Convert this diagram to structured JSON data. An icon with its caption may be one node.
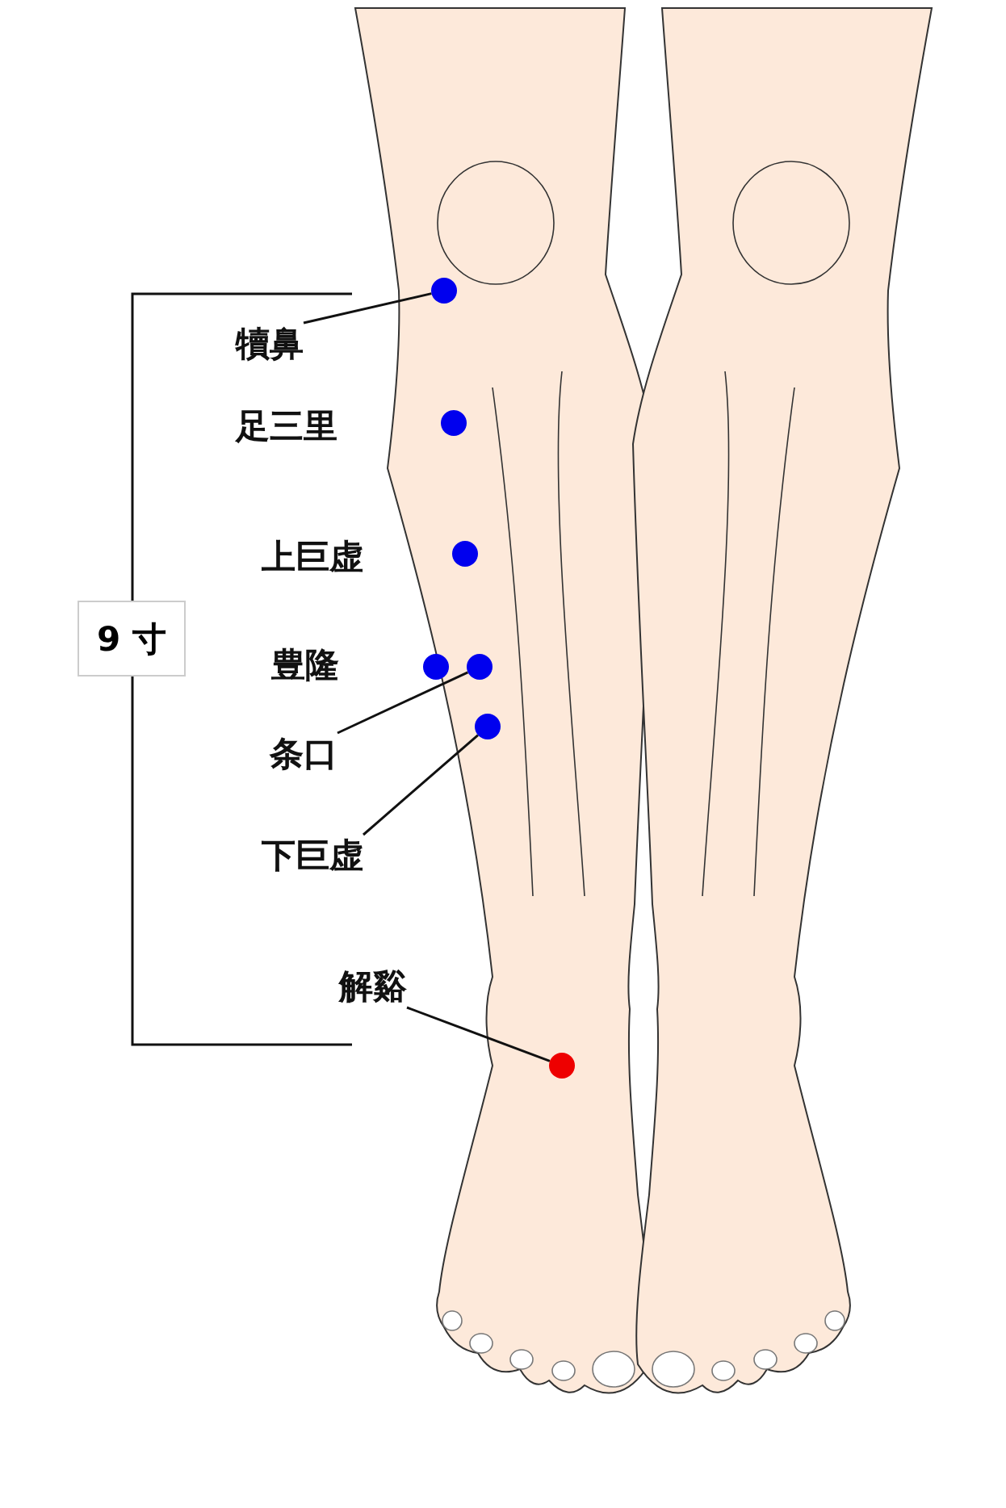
{
  "diagram": {
    "nodes": [
      {
        "text": [
          "9 寸"
        ]
      },
      {
        "text": [
          "犢鼻"
        ]
      },
      {
        "text": [],
        "shape": "circle"
      },
      {
        "text": [],
        "shape": "circle"
      },
      {
        "text": [],
        "shape": "circle"
      },
      {
        "text": [],
        "shape": "circle"
      },
      {
        "text": [
          "条口"
        ]
      },
      {
        "text": [],
        "shape": "circle"
      },
      {
        "text": [
          "下巨虚"
        ]
      },
      {
        "text": [],
        "shape": "circle"
      },
      {
        "text": [
          "解谿"
        ]
      },
      {
        "text": [],
        "shape": "circle"
      }
    ],
    "edges": [
      {
        "from": 1,
        "to": 2,
        "arrow": "none"
      },
      {
        "from": 6,
        "to": 7,
        "arrow": "none"
      },
      {
        "from": 8,
        "to": 9,
        "arrow": "none"
      },
      {
        "from": 10,
        "to": 11,
        "arrow": "none"
      }
    ],
    "labels": [
      "足三里",
      "上巨虚",
      "豊隆"
    ]
  }
}
